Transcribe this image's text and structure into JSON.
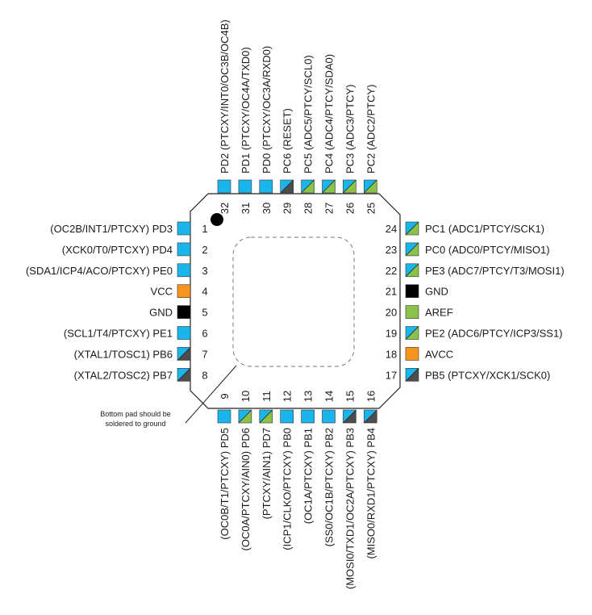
{
  "colors": {
    "io": "#1ab5ea",
    "analog": "#8bc34a",
    "power": "#f7941d",
    "ground": "#000000",
    "crystal": "#4d4d4d",
    "body_stroke": "#222222",
    "pad_dash": "#777777"
  },
  "note": {
    "line1": "Bottom pad should be",
    "line2": "soldered to ground"
  },
  "pins": {
    "left": [
      {
        "num": "1",
        "label": "(OC2B/INT1/PTCXY) PD3",
        "style": "io"
      },
      {
        "num": "2",
        "label": "(XCK0/T0/PTCXY) PD4",
        "style": "io"
      },
      {
        "num": "3",
        "label": "(SDA1/ICP4/ACO/PTCXY) PE0",
        "style": "io"
      },
      {
        "num": "4",
        "label": "VCC",
        "style": "power"
      },
      {
        "num": "5",
        "label": "GND",
        "style": "ground"
      },
      {
        "num": "6",
        "label": "(SCL1/T4/PTCXY) PE1",
        "style": "io"
      },
      {
        "num": "7",
        "label": "(XTAL1/TOSC1) PB6",
        "style": "io-crystal"
      },
      {
        "num": "8",
        "label": "(XTAL2/TOSC2) PB7",
        "style": "io-crystal"
      }
    ],
    "right": [
      {
        "num": "24",
        "label": "PC1 (ADC1/PTCY/SCK1)",
        "style": "io-analog"
      },
      {
        "num": "23",
        "label": "PC0 (ADC0/PTCY/MISO1)",
        "style": "io-analog"
      },
      {
        "num": "22",
        "label": "PE3 (ADC7/PTCY/T3/MOSI1)",
        "style": "io-analog"
      },
      {
        "num": "21",
        "label": "GND",
        "style": "ground"
      },
      {
        "num": "20",
        "label": "AREF",
        "style": "analog"
      },
      {
        "num": "19",
        "label": "PE2 (ADC6/PTCY/ICP3/SS1)",
        "style": "io-analog"
      },
      {
        "num": "18",
        "label": "AVCC",
        "style": "power"
      },
      {
        "num": "17",
        "label": "PB5 (PTCXY/XCK1/SCK0)",
        "style": "io-crystal"
      }
    ],
    "top": [
      {
        "num": "32",
        "label": "PD2 (PTCXY/INT0/OC3B/OC4B)",
        "style": "io"
      },
      {
        "num": "31",
        "label": "PD1 (PTCXY/OC4A/TXD0)",
        "style": "io"
      },
      {
        "num": "30",
        "label": "PD0 (PTCXY/OC3A/RXD0)",
        "style": "io"
      },
      {
        "num": "29",
        "label": "PC6 (RESET)",
        "style": "io-crystal"
      },
      {
        "num": "28",
        "label": "PC5 (ADC5/PTCY/SCL0)",
        "style": "io-analog"
      },
      {
        "num": "27",
        "label": "PC4 (ADC4/PTCY/SDA0)",
        "style": "io-analog"
      },
      {
        "num": "26",
        "label": "PC3 (ADC3/PTCY)",
        "style": "io-analog"
      },
      {
        "num": "25",
        "label": "PC2 (ADC2/PTCY)",
        "style": "io-analog"
      }
    ],
    "bottom": [
      {
        "num": "9",
        "label": "(OC0B/T1/PTCXY) PD5",
        "style": "io"
      },
      {
        "num": "10",
        "label": "(OC0A/PTCXY/AIN0) PD6",
        "style": "io-analog"
      },
      {
        "num": "11",
        "label": "(PTCXY/AIN1) PD7",
        "style": "io-analog"
      },
      {
        "num": "12",
        "label": "(ICP1/CLKO/PTCXY) PB0",
        "style": "io"
      },
      {
        "num": "13",
        "label": "(OC1A/PTCXY) PB1",
        "style": "io"
      },
      {
        "num": "14",
        "label": "(SS0/OC1B/PTCXY) PB2",
        "style": "io"
      },
      {
        "num": "15",
        "label": "(MOSI0/TXD1/OC2A/PTCXY) PB3",
        "style": "io-crystal"
      },
      {
        "num": "16",
        "label": "(MISO0/RXD1/PTCXY) PB4",
        "style": "io-crystal"
      }
    ]
  }
}
